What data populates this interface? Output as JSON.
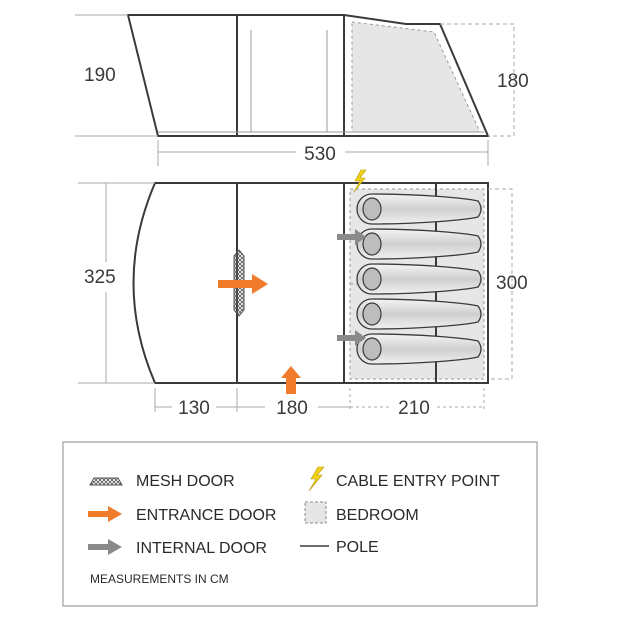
{
  "dimensions": {
    "side_height": "190",
    "side_height_bedroom": "180",
    "total_length": "530",
    "floor_depth": "325",
    "bedroom_depth": "300",
    "porch_length": "130",
    "living_length": "180",
    "bedroom_length": "210"
  },
  "legend": {
    "mesh_door": "MESH DOOR",
    "entrance_door": "ENTRANCE DOOR",
    "internal_door": "INTERNAL DOOR",
    "cable_entry": "CABLE ENTRY POINT",
    "bedroom": "BEDROOM",
    "pole": "POLE",
    "note": "MEASUREMENTS IN CM"
  },
  "sleeping_bags": 5,
  "colors": {
    "entrance_door": "#f07b2a",
    "internal_door": "#8a8a8a",
    "cable_entry": "#f2d21a",
    "bedroom_fill": "#e6e6e6",
    "outline": "#3a3a3a",
    "dimension_line": "#aaaaaa"
  },
  "icons": {
    "mesh_door": "crosshatch-icon",
    "entrance_door": "orange-arrow-icon",
    "internal_door": "grey-arrow-icon",
    "cable_entry": "lightning-icon",
    "bedroom": "dashed-square-icon",
    "pole": "line-icon"
  }
}
